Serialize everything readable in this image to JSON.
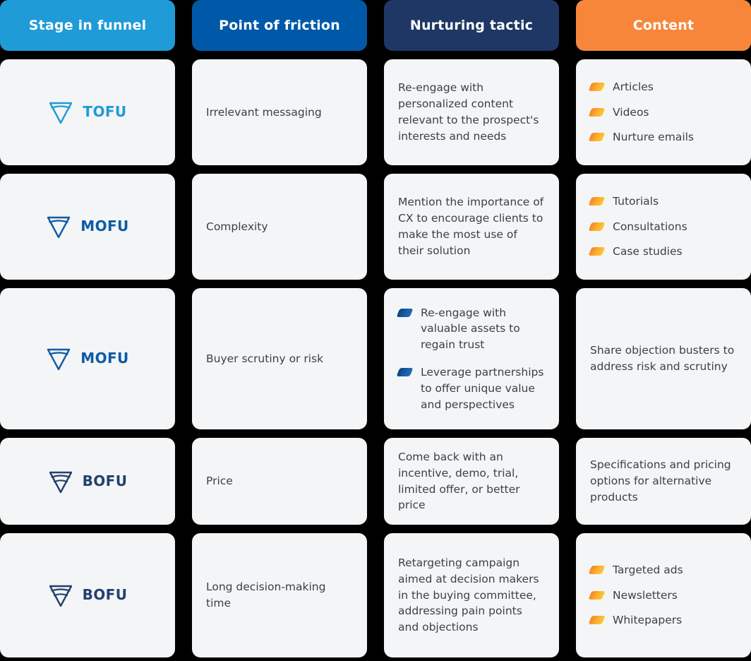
{
  "headers": [
    {
      "label": "Stage in funnel",
      "color": "#1f9bd8"
    },
    {
      "label": "Point of friction",
      "color": "#0059a8"
    },
    {
      "label": "Nurturing tactic",
      "color": "#1e3764"
    },
    {
      "label": "Content",
      "color": "#f7863a"
    }
  ],
  "palette": {
    "background": "#000000",
    "card": "#f4f5f6",
    "text": "#3c3f44",
    "tofu": "#1f9bd8",
    "mofu": "#0e5ba6",
    "bofu": "#23406e",
    "bullet_orange": "#f9a12c",
    "bullet_blue": "#1b5899"
  },
  "rows": [
    {
      "stage": {
        "label": "TOFU",
        "icon": "funnel-icon",
        "color": "#1f9bd8",
        "arcs": 1
      },
      "friction": "Irrelevant messaging",
      "tactic": {
        "type": "text",
        "text": "Re-engage with personalized content relevant to the prospect's interests and needs"
      },
      "content": {
        "type": "list",
        "items": [
          "Articles",
          "Videos",
          "Nurture emails"
        ]
      }
    },
    {
      "stage": {
        "label": "MOFU",
        "icon": "funnel-icon",
        "color": "#0e5ba6",
        "arcs": 1
      },
      "friction": "Complexity",
      "tactic": {
        "type": "text",
        "text": "Mention the importance of CX to encourage clients to make the most use of their solution"
      },
      "content": {
        "type": "list",
        "items": [
          "Tutorials",
          "Consultations",
          "Case studies"
        ]
      }
    },
    {
      "stage": {
        "label": "MOFU",
        "icon": "funnel-icon",
        "color": "#0e5ba6",
        "arcs": 1
      },
      "friction": "Buyer scrutiny or risk",
      "tactic": {
        "type": "list",
        "items": [
          "Re-engage with valuable assets to regain trust",
          "Leverage  partnerships to offer unique value and perspectives"
        ]
      },
      "content": {
        "type": "text",
        "text": "Share objection busters to address risk and scrutiny"
      }
    },
    {
      "stage": {
        "label": "BOFU",
        "icon": "funnel-icon",
        "color": "#23406e",
        "arcs": 2
      },
      "friction": "Price",
      "tactic": {
        "type": "text",
        "text": "Come back with an incentive, demo, trial, limited offer, or better price"
      },
      "content": {
        "type": "text",
        "text": "Specifications and pricing options for alternative products"
      }
    },
    {
      "stage": {
        "label": "BOFU",
        "icon": "funnel-icon",
        "color": "#23406e",
        "arcs": 2
      },
      "friction": "Long decision-making time",
      "tactic": {
        "type": "text",
        "text": "Retargeting campaign aimed at decision makers in the buying committee, addressing pain points and objections"
      },
      "content": {
        "type": "list",
        "items": [
          "Targeted ads",
          "Newsletters",
          "Whitepapers"
        ]
      }
    }
  ]
}
